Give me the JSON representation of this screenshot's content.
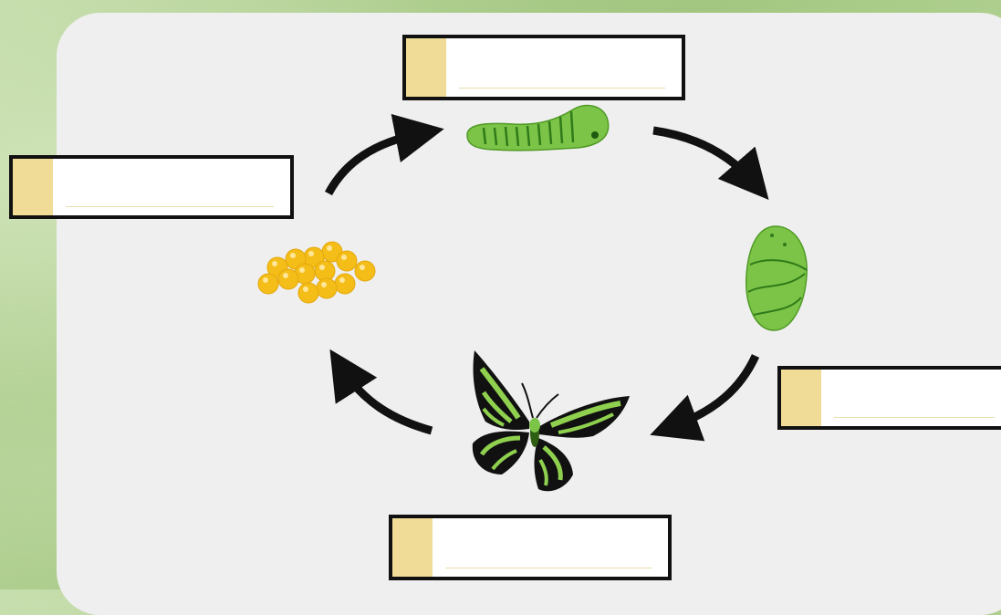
{
  "labels": {
    "top": "",
    "left": "",
    "right": "",
    "bottom": ""
  },
  "stages": [
    {
      "id": "egg",
      "icon": "eggs-icon"
    },
    {
      "id": "larva",
      "icon": "caterpillar-icon"
    },
    {
      "id": "pupa",
      "icon": "chrysalis-icon"
    },
    {
      "id": "adult",
      "icon": "butterfly-icon"
    }
  ],
  "colors": {
    "panel": "#efefef",
    "label_tab": "#f0dc96",
    "arrow": "#111111",
    "egg": "#f7c21b",
    "green": "#7ac943",
    "dark_green": "#2e7d1f"
  }
}
